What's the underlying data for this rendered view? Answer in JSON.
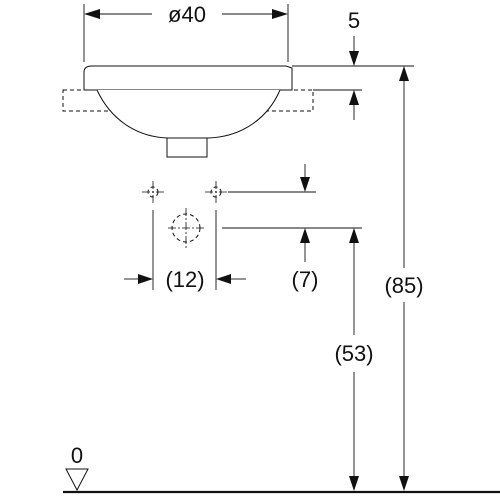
{
  "diagram": {
    "labels": {
      "diameter": "ø40",
      "rim_height": "5",
      "outlet_spacing": "(12)",
      "outlet_height_offset": "(7)",
      "overall_height": "(85)",
      "outlet_height": "(53)",
      "floor_level": "0"
    }
  }
}
